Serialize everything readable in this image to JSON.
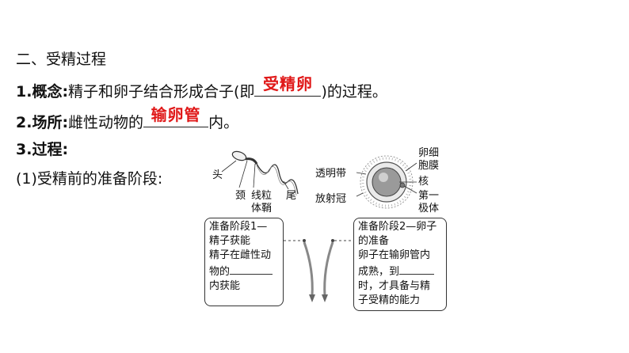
{
  "section_title": "二、受精过程",
  "concept": {
    "num_label": "1.概念:",
    "before": "精子和卵子结合形成合子(即",
    "answer": "受精卵",
    "after": ")的过程。"
  },
  "place": {
    "num_label": "2.场所:",
    "before": "雌性动物的",
    "answer": "输卵管",
    "after": "内。"
  },
  "process": {
    "num_label": "3.过程:"
  },
  "sub1": "(1)受精前的准备阶段:",
  "sperm_labels": {
    "head": "头",
    "neck": "颈",
    "mito1": "线粒",
    "mito2": "体鞘",
    "tail": "尾"
  },
  "egg_labels": {
    "zona": "透明带",
    "corona": "放射冠",
    "membrane1": "卵细",
    "membrane2": "胞膜",
    "nucleus": "核",
    "polar1": "第一",
    "polar2": "极体"
  },
  "box1": {
    "line1": "准备阶段1—",
    "line2": "精子获能",
    "line3": "精子在雌性动",
    "line4_prefix": "物的",
    "line5": "内获能"
  },
  "box2": {
    "line1": "准备阶段2—卵子",
    "line2": "的准备",
    "line3": "卵子在输卵管内",
    "line4": "成熟，到",
    "line5_suffix": "时，才具备与精",
    "line6": "子受精的能力"
  },
  "colors": {
    "answer": "#e01818",
    "text": "#111111",
    "arrow": "#777777"
  }
}
